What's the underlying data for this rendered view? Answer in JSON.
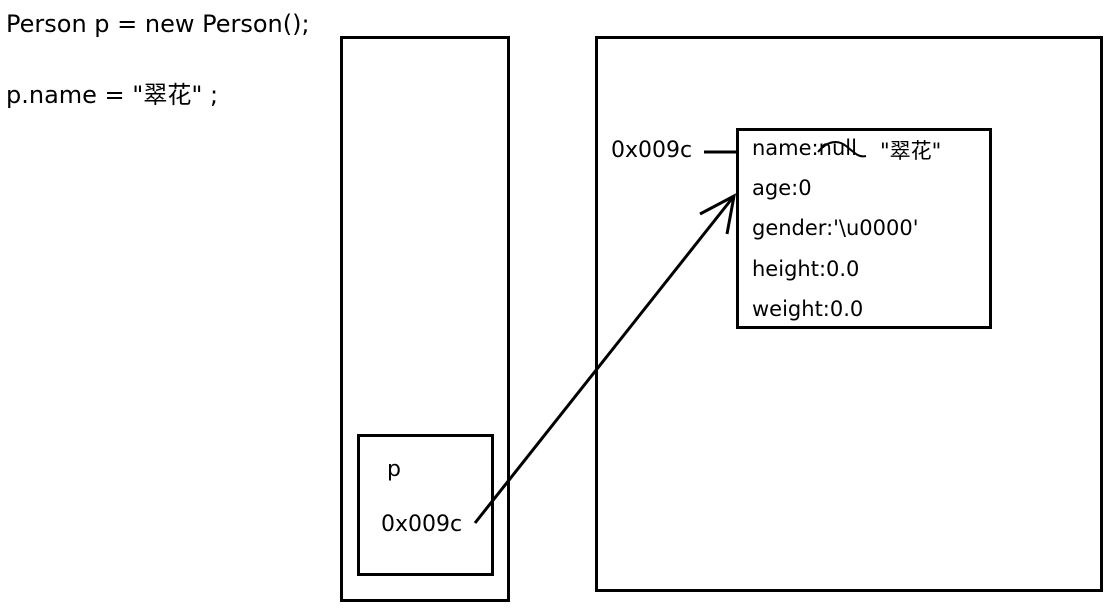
{
  "code": {
    "line1": "Person p = new Person();",
    "line2": "p.name = \"翠花\" ;"
  },
  "stack": {
    "variable_name": "p",
    "variable_value": "0x009c"
  },
  "heap": {
    "address_label": "0x009c",
    "fields": [
      {
        "text": "name:null"
      },
      {
        "text": "age:0"
      },
      {
        "text": "gender:'\\u0000'"
      },
      {
        "text": "height:0.0"
      },
      {
        "text": "weight:0.0"
      }
    ],
    "new_name_value": "\"翠花\""
  }
}
